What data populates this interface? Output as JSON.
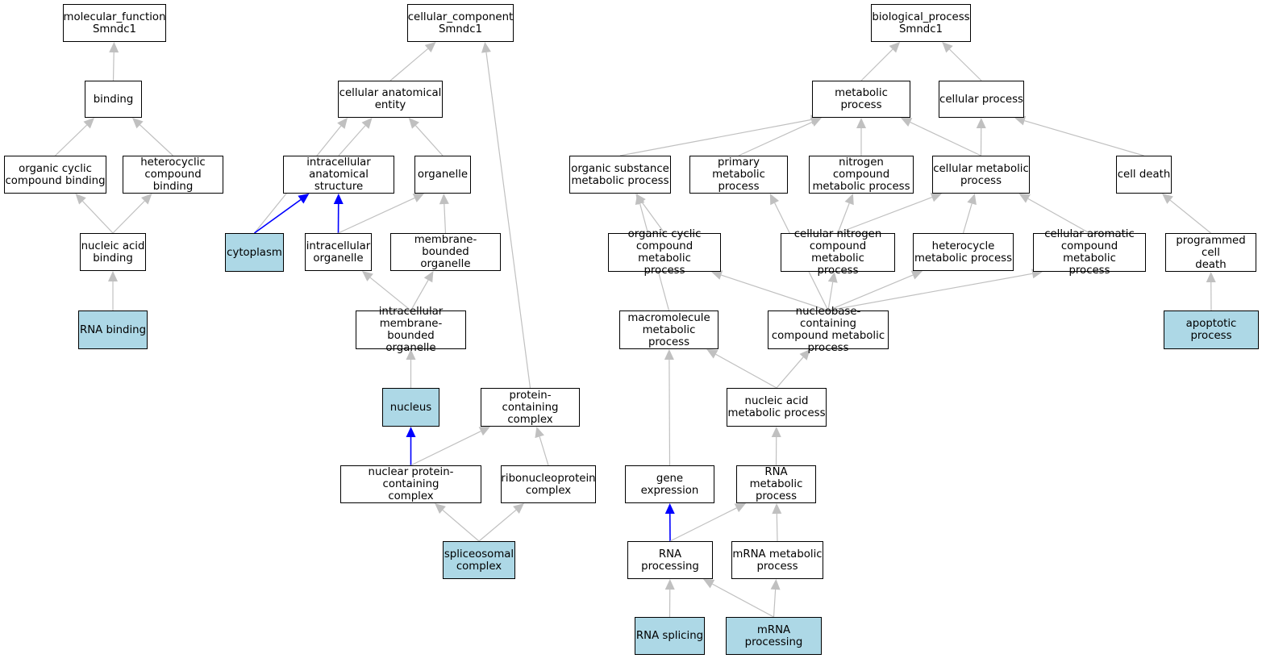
{
  "nodes": [
    {
      "id": "mf",
      "label": "molecular_function\nSmndc1"
    },
    {
      "id": "binding",
      "label": "binding"
    },
    {
      "id": "org_cyc_bind",
      "label": "organic cyclic\ncompound binding"
    },
    {
      "id": "het_bind",
      "label": "heterocyclic\ncompound binding"
    },
    {
      "id": "na_bind",
      "label": "nucleic acid\nbinding"
    },
    {
      "id": "rna_bind",
      "label": "RNA binding",
      "leaf": true
    },
    {
      "id": "cc",
      "label": "cellular_component\nSmndc1"
    },
    {
      "id": "cae",
      "label": "cellular anatomical\nentity"
    },
    {
      "id": "ias",
      "label": "intracellular\nanatomical structure"
    },
    {
      "id": "organelle",
      "label": "organelle"
    },
    {
      "id": "cytoplasm",
      "label": "cytoplasm",
      "leaf": true
    },
    {
      "id": "io",
      "label": "intracellular\norganelle"
    },
    {
      "id": "mbo",
      "label": "membrane-bounded\norganelle"
    },
    {
      "id": "imbo",
      "label": "intracellular\nmembrane-bounded\norganelle"
    },
    {
      "id": "nucleus",
      "label": "nucleus",
      "leaf": true
    },
    {
      "id": "pcc",
      "label": "protein-containing\ncomplex"
    },
    {
      "id": "npcc",
      "label": "nuclear protein-containing\ncomplex"
    },
    {
      "id": "rnp",
      "label": "ribonucleoprotein\ncomplex"
    },
    {
      "id": "spliceo",
      "label": "spliceosomal\ncomplex",
      "leaf": true
    },
    {
      "id": "bp",
      "label": "biological_process\nSmndc1"
    },
    {
      "id": "met",
      "label": "metabolic process"
    },
    {
      "id": "cellp",
      "label": "cellular process"
    },
    {
      "id": "osmp",
      "label": "organic substance\nmetabolic process"
    },
    {
      "id": "pmp",
      "label": "primary metabolic\nprocess"
    },
    {
      "id": "ncmp",
      "label": "nitrogen compound\nmetabolic process"
    },
    {
      "id": "cmp",
      "label": "cellular metabolic\nprocess"
    },
    {
      "id": "death",
      "label": "cell death"
    },
    {
      "id": "occmp",
      "label": "organic cyclic\ncompound metabolic\nprocess"
    },
    {
      "id": "cncmp",
      "label": "cellular nitrogen\ncompound metabolic\nprocess"
    },
    {
      "id": "hmp",
      "label": "heterocycle\nmetabolic process"
    },
    {
      "id": "cacmp",
      "label": "cellular aromatic\ncompound metabolic\nprocess"
    },
    {
      "id": "pcd",
      "label": "programmed cell\ndeath"
    },
    {
      "id": "mmp",
      "label": "macromolecule\nmetabolic process"
    },
    {
      "id": "nbcmp",
      "label": "nucleobase-containing\ncompound metabolic\nprocess"
    },
    {
      "id": "apop",
      "label": "apoptotic process",
      "leaf": true
    },
    {
      "id": "namp",
      "label": "nucleic acid\nmetabolic process"
    },
    {
      "id": "geneexp",
      "label": "gene expression"
    },
    {
      "id": "rnamp",
      "label": "RNA metabolic\nprocess"
    },
    {
      "id": "rnaproc",
      "label": "RNA processing"
    },
    {
      "id": "mrnamp",
      "label": "mRNA metabolic\nprocess"
    },
    {
      "id": "rnasplice",
      "label": "RNA splicing",
      "leaf": true
    },
    {
      "id": "mrnaproc",
      "label": "mRNA processing",
      "leaf": true
    }
  ],
  "edges": [
    {
      "from": "binding",
      "to": "mf"
    },
    {
      "from": "org_cyc_bind",
      "to": "binding"
    },
    {
      "from": "het_bind",
      "to": "binding"
    },
    {
      "from": "na_bind",
      "to": "org_cyc_bind"
    },
    {
      "from": "na_bind",
      "to": "het_bind"
    },
    {
      "from": "rna_bind",
      "to": "na_bind"
    },
    {
      "from": "cae",
      "to": "cc"
    },
    {
      "from": "pcc",
      "to": "cc"
    },
    {
      "from": "ias",
      "to": "cae"
    },
    {
      "from": "organelle",
      "to": "cae"
    },
    {
      "from": "cytoplasm",
      "to": "cae"
    },
    {
      "from": "cytoplasm",
      "to": "ias",
      "rel": "part_of"
    },
    {
      "from": "io",
      "to": "ias",
      "rel": "part_of"
    },
    {
      "from": "io",
      "to": "organelle"
    },
    {
      "from": "mbo",
      "to": "organelle"
    },
    {
      "from": "imbo",
      "to": "io"
    },
    {
      "from": "imbo",
      "to": "mbo"
    },
    {
      "from": "nucleus",
      "to": "imbo"
    },
    {
      "from": "npcc",
      "to": "nucleus",
      "rel": "part_of"
    },
    {
      "from": "npcc",
      "to": "pcc"
    },
    {
      "from": "rnp",
      "to": "pcc"
    },
    {
      "from": "spliceo",
      "to": "npcc"
    },
    {
      "from": "spliceo",
      "to": "rnp"
    },
    {
      "from": "met",
      "to": "bp"
    },
    {
      "from": "cellp",
      "to": "bp"
    },
    {
      "from": "osmp",
      "to": "met"
    },
    {
      "from": "pmp",
      "to": "met"
    },
    {
      "from": "ncmp",
      "to": "met"
    },
    {
      "from": "cmp",
      "to": "met"
    },
    {
      "from": "cmp",
      "to": "cellp"
    },
    {
      "from": "death",
      "to": "cellp"
    },
    {
      "from": "occmp",
      "to": "osmp"
    },
    {
      "from": "mmp",
      "to": "osmp"
    },
    {
      "from": "nbcmp",
      "to": "pmp"
    },
    {
      "from": "cncmp",
      "to": "ncmp"
    },
    {
      "from": "cncmp",
      "to": "cmp"
    },
    {
      "from": "hmp",
      "to": "cmp"
    },
    {
      "from": "cacmp",
      "to": "cmp"
    },
    {
      "from": "pcd",
      "to": "death"
    },
    {
      "from": "apop",
      "to": "pcd"
    },
    {
      "from": "nbcmp",
      "to": "occmp"
    },
    {
      "from": "nbcmp",
      "to": "cncmp"
    },
    {
      "from": "nbcmp",
      "to": "hmp"
    },
    {
      "from": "nbcmp",
      "to": "cacmp"
    },
    {
      "from": "namp",
      "to": "mmp"
    },
    {
      "from": "namp",
      "to": "nbcmp"
    },
    {
      "from": "geneexp",
      "to": "mmp"
    },
    {
      "from": "rnamp",
      "to": "namp"
    },
    {
      "from": "rnaproc",
      "to": "geneexp",
      "rel": "part_of"
    },
    {
      "from": "rnaproc",
      "to": "rnamp"
    },
    {
      "from": "mrnamp",
      "to": "rnamp"
    },
    {
      "from": "rnasplice",
      "to": "rnaproc"
    },
    {
      "from": "mrnaproc",
      "to": "rnaproc"
    },
    {
      "from": "mrnaproc",
      "to": "mrnamp"
    }
  ],
  "colors": {
    "is_a_edge": "#c0c0c0",
    "part_of_edge": "#0000ff",
    "leaf_fill": "#add8e6",
    "node_fill": "#ffffff"
  }
}
